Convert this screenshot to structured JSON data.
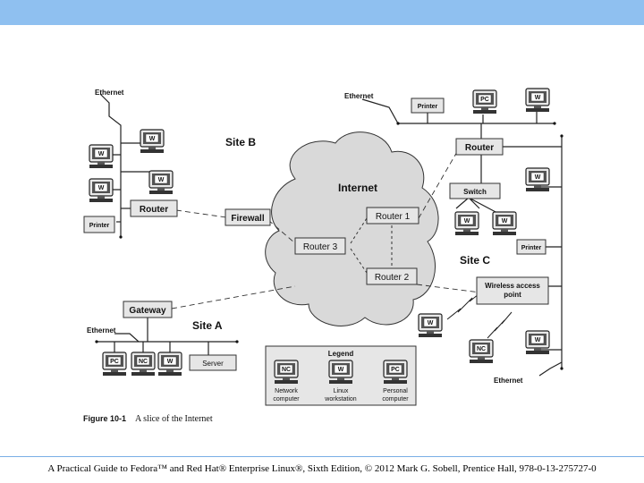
{
  "footer": "A Practical Guide to Fedora™ and Red Hat® Enterprise Linux®, Sixth Edition, © 2012 Mark G. Sobell, Prentice Hall, 978-0-13-275727-0",
  "figure": {
    "number": "Figure 10-1",
    "caption": "A slice of the Internet"
  },
  "labels": {
    "internet": "Internet",
    "site_a": "Site A",
    "site_b": "Site B",
    "site_c": "Site C",
    "ethernet": "Ethernet",
    "router": "Router",
    "router1": "Router 1",
    "router2": "Router 2",
    "router3": "Router 3",
    "firewall": "Firewall",
    "gateway": "Gateway",
    "switch": "Switch",
    "printer": "Printer",
    "server": "Server",
    "wireless_1": "Wireless access",
    "wireless_2": "point",
    "w": "W",
    "pc": "PC",
    "nc": "NC"
  },
  "legend": {
    "title": "Legend",
    "nc_line1": "Network",
    "nc_line2": "computer",
    "w_line1": "Linux",
    "w_line2": "workstation",
    "pc_line1": "Personal",
    "pc_line2": "computer"
  },
  "colors": {
    "header": "#8fc0f0",
    "cloud": "#d9d9d9",
    "box": "#e6e6e6"
  }
}
